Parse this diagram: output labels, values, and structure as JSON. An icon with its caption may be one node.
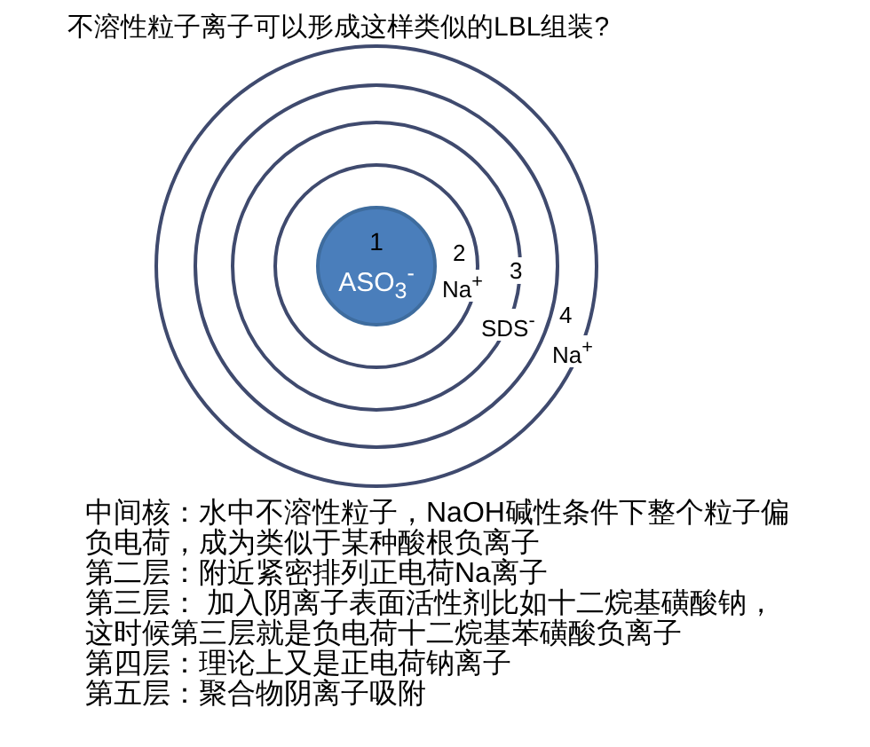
{
  "diagram": {
    "title": "不溶性粒子离子可以形成这样类似的LBL组装?",
    "nodes": [
      {
        "text": [],
        "shape": "circle"
      },
      {
        "text": [],
        "shape": "circle",
        "in": 0
      },
      {
        "text": [],
        "shape": "circle",
        "in": 1
      },
      {
        "text": [],
        "shape": "circle",
        "in": 2
      },
      {
        "text": [
          "1",
          "ASO$_{3}$$^{-}$"
        ],
        "in": 3
      }
    ],
    "labels": [
      "2",
      "Na$^{+}$",
      "3",
      "SDS$^{-}$",
      "4",
      "Na$^{+}$",
      "中间核：水中不溶性粒子，NaOH碱性条件下整个粒子偏负电荷，成为类似于某种酸根负离子",
      "第二层：附近紧密排列正电荷Na离子",
      "第三层： 加入阴离子表面活性剂比如十二烷基磺酸钠，这时候第三层就是负电荷十二烷基苯磺酸负离子",
      "第四层：理论上又是正电荷钠离子",
      "第五层：聚合物阴离子吸附"
    ]
  }
}
